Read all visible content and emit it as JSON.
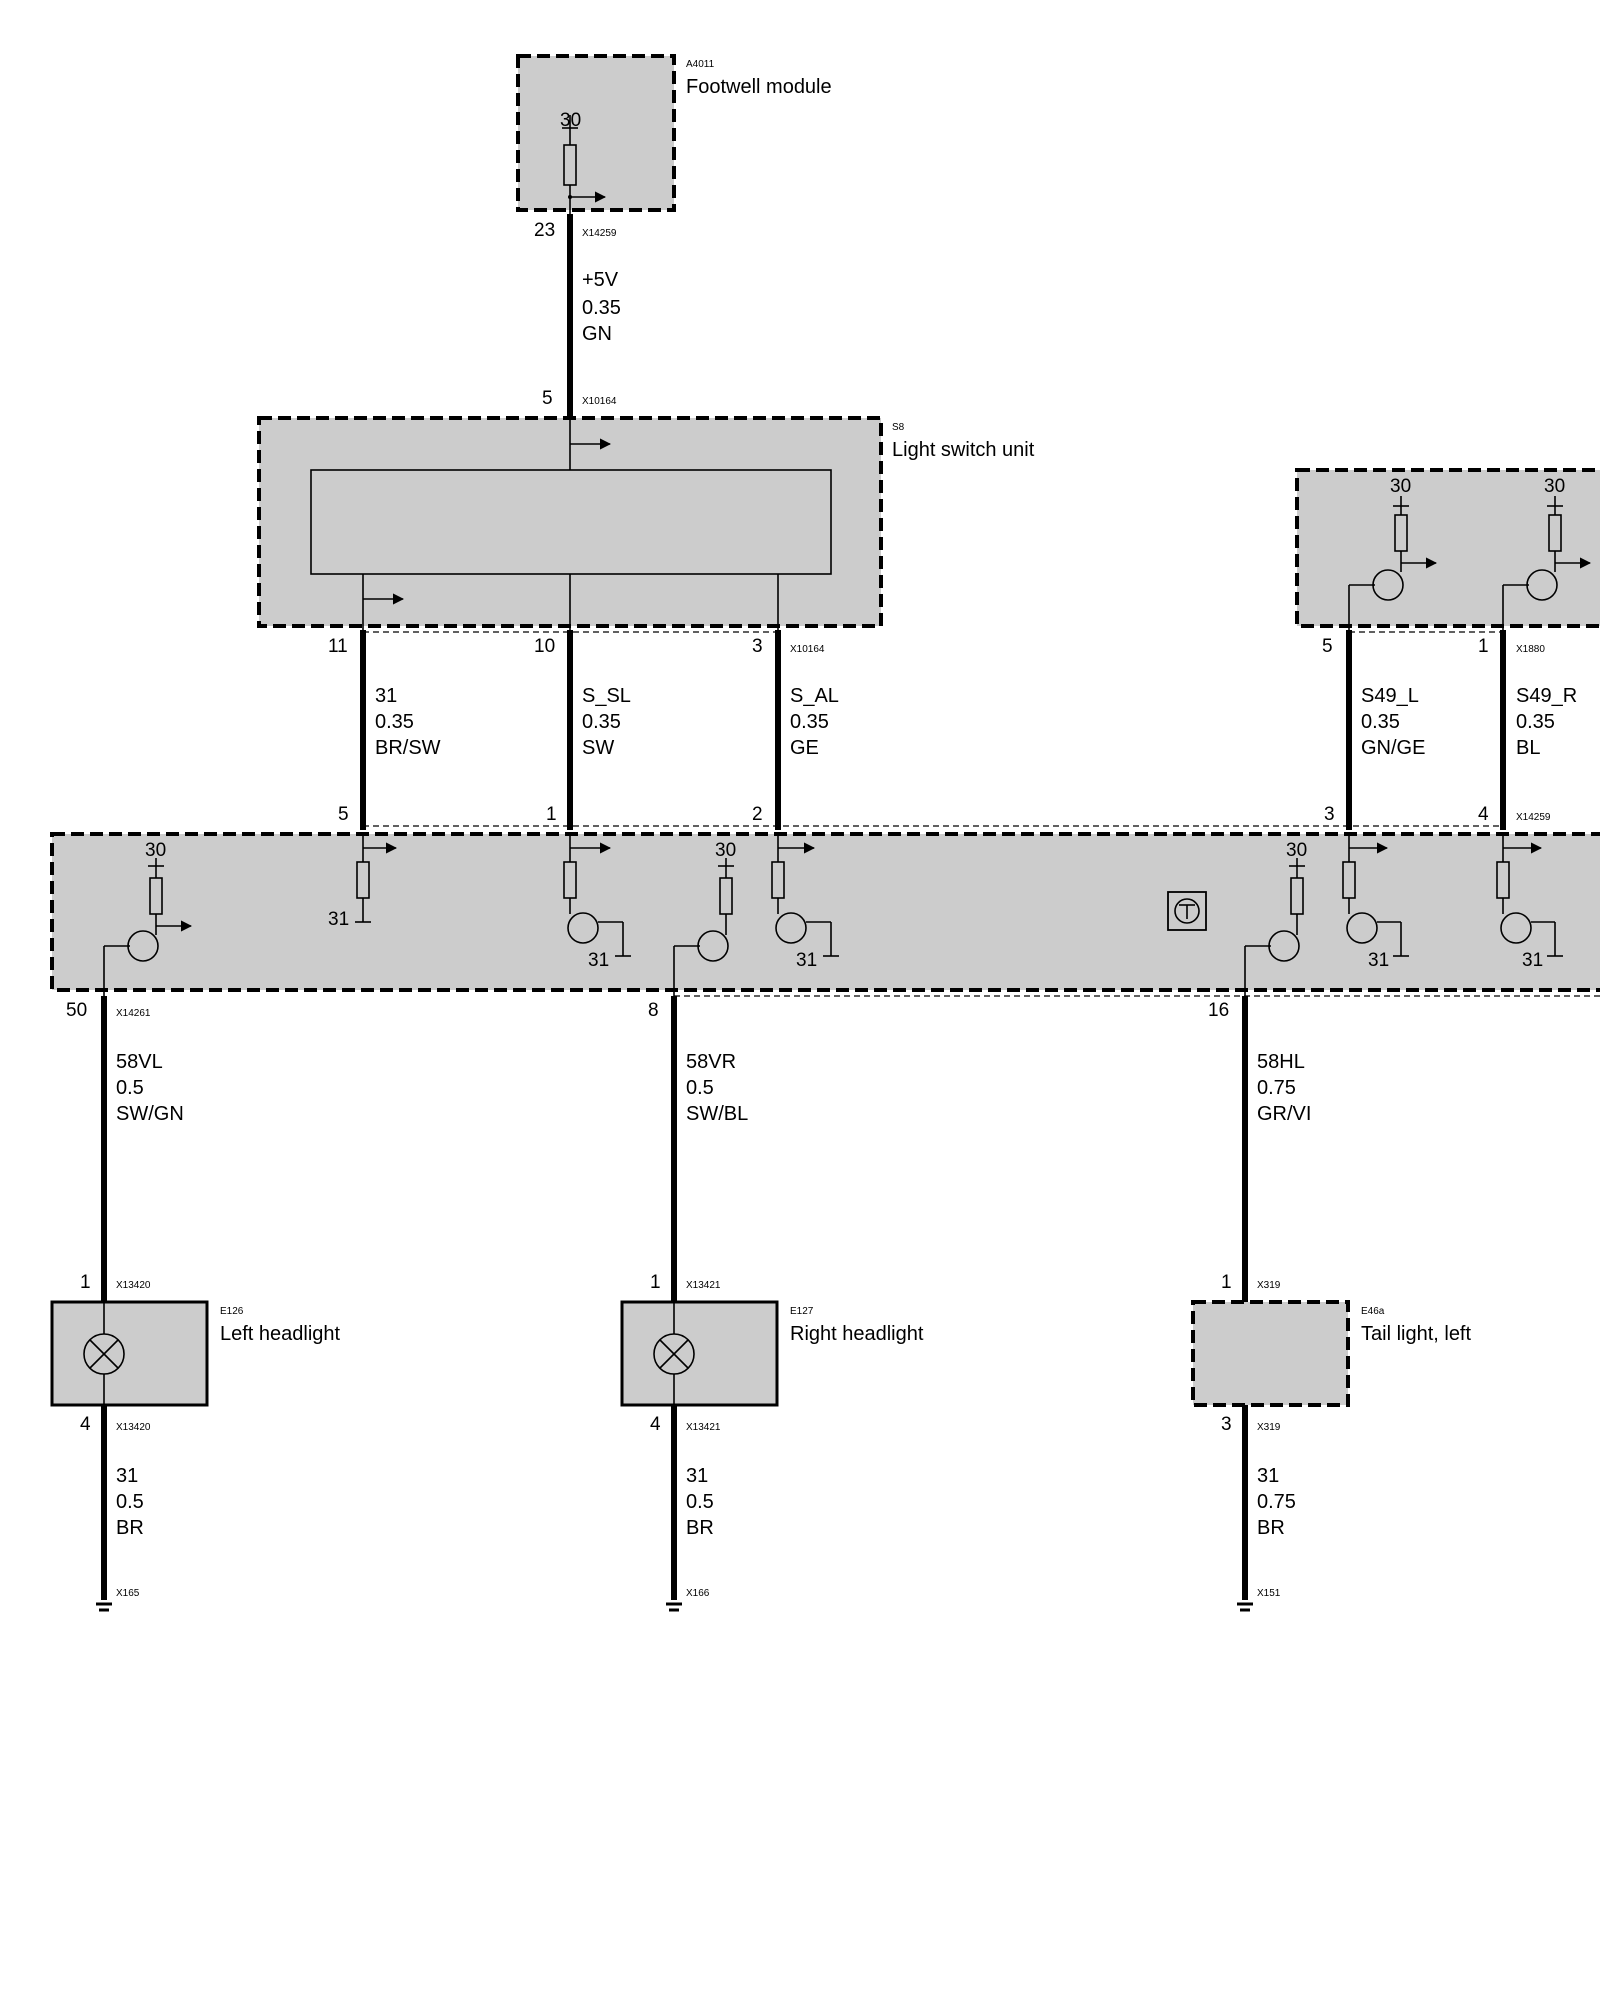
{
  "components": {
    "footwell": {
      "ref": "A4011",
      "name": "Footwell module",
      "supply": "30",
      "pin": "23",
      "connector": "X14259"
    },
    "light_switch": {
      "ref": "S8",
      "name": "Light switch unit",
      "pin_top": "5",
      "connector_top": "X10164",
      "pins_bottom": [
        "11",
        "10",
        "3"
      ],
      "connector_bottom": "X10164"
    },
    "right_unit": {
      "supply_left": "30",
      "supply_right": "30",
      "pins": [
        "5",
        "1"
      ],
      "connector": "X1880"
    },
    "main_module": {
      "pins_top": [
        "5",
        "1",
        "2",
        "3",
        "4"
      ],
      "connector_top": "X14259",
      "pins_bottom": [
        "50",
        "8",
        "16"
      ],
      "connector_bottom_left": "X14261",
      "supply": "30",
      "ground": "31"
    },
    "left_headlight": {
      "ref": "E126",
      "name": "Left headlight",
      "pin_top": "1",
      "pin_bottom": "4",
      "connector": "X13420"
    },
    "right_headlight": {
      "ref": "E127",
      "name": "Right headlight",
      "pin_top": "1",
      "pin_bottom": "4",
      "connector": "X13421"
    },
    "tail_light": {
      "ref": "E46a",
      "name": "Tail light, left",
      "pin_top": "1",
      "pin_bottom": "3",
      "connector": "X319"
    }
  },
  "wires": {
    "w_5v": [
      "+5V",
      "0.35",
      "GN"
    ],
    "w_31": [
      "31",
      "0.35",
      "BR/SW"
    ],
    "w_ssl": [
      "S_SL",
      "0.35",
      "SW"
    ],
    "w_sal": [
      "S_AL",
      "0.35",
      "GE"
    ],
    "w_s49l": [
      "S49_L",
      "0.35",
      "GN/GE"
    ],
    "w_s49r": [
      "S49_R",
      "0.35",
      "BL"
    ],
    "w_58vl": [
      "58VL",
      "0.5",
      "SW/GN"
    ],
    "w_58vr": [
      "58VR",
      "0.5",
      "SW/BL"
    ],
    "w_58hl": [
      "58HL",
      "0.75",
      "GR/VI"
    ],
    "g_left": [
      "31",
      "0.5",
      "BR"
    ],
    "g_right": [
      "31",
      "0.5",
      "BR"
    ],
    "g_tail": [
      "31",
      "0.75",
      "BR"
    ]
  },
  "grounds": {
    "left": "X165",
    "right": "X166",
    "tail": "X151"
  }
}
